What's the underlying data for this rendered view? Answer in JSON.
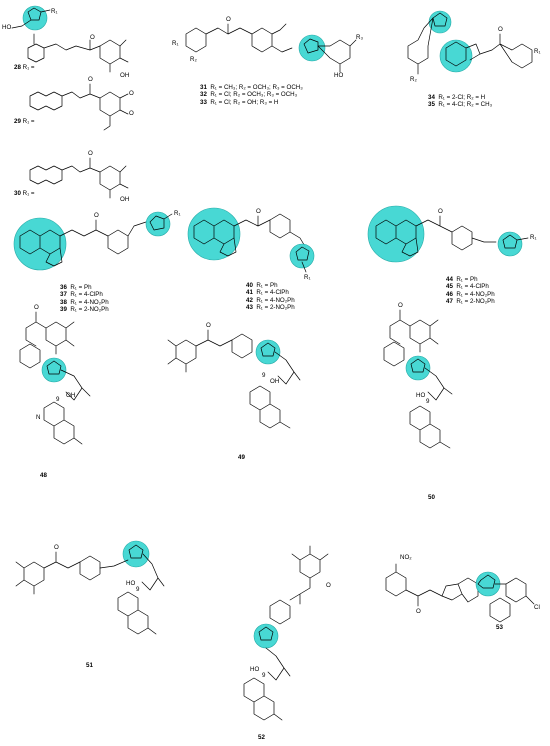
{
  "colors": {
    "highlight": "#3fd6d2",
    "highlight_stroke": "#1aa7a3",
    "bond": "#000000",
    "background": "#ffffff"
  },
  "compounds": {
    "c28": {
      "label": "28",
      "sub": "R₁ ="
    },
    "c29": {
      "label": "29",
      "sub": "R₁ ="
    },
    "c30": {
      "label": "30",
      "sub": "R₁ ="
    },
    "series31": [
      {
        "num": "31",
        "text": "R₁ = CH₃; R₂ = OCH₃; R₃ = OCH₃"
      },
      {
        "num": "32",
        "text": "R₁ = Cl; R₂ = OCH₃; R₃ = OCH₃"
      },
      {
        "num": "33",
        "text": "R₁ = Cl; R₂ = OH; R₃ = H"
      }
    ],
    "series34": [
      {
        "num": "34",
        "text": "R₁ = 2-Cl; R₂ = H"
      },
      {
        "num": "35",
        "text": "R₁ = 4-Cl; R₂ = CH₃"
      }
    ],
    "series36": [
      {
        "num": "36",
        "text": "R₁ = Ph"
      },
      {
        "num": "37",
        "text": "R₁ = 4-ClPh"
      },
      {
        "num": "38",
        "text": "R₁ = 4-NO₂Ph"
      },
      {
        "num": "39",
        "text": "R₁ = 2-NO₂Ph"
      }
    ],
    "series40": [
      {
        "num": "40",
        "text": "R₁ = Ph"
      },
      {
        "num": "41",
        "text": "R₁ = 4-ClPh"
      },
      {
        "num": "42",
        "text": "R₁ = 4-NO₂Ph"
      },
      {
        "num": "43",
        "text": "R₁ = 2-NO₂Ph"
      }
    ],
    "series44": [
      {
        "num": "44",
        "text": "R₁ = Ph"
      },
      {
        "num": "45",
        "text": "R₁ = 4-ClPh"
      },
      {
        "num": "46",
        "text": "R₁ = 4-NO₂Ph"
      },
      {
        "num": "47",
        "text": "R₁ = 2-NO₂Ph"
      }
    ],
    "c48": {
      "label": "48"
    },
    "c49": {
      "label": "49"
    },
    "c50": {
      "label": "50"
    },
    "c51": {
      "label": "51"
    },
    "c52": {
      "label": "52"
    },
    "c53": {
      "label": "53"
    }
  },
  "atoms": {
    "R1": "R₁",
    "R2": "R₂",
    "R3": "R₃",
    "HO": "HO",
    "OH": "OH",
    "O": "O",
    "N": "N",
    "Cl": "Cl",
    "NO2": "NO₂",
    "H": "H",
    "nine": "9"
  }
}
